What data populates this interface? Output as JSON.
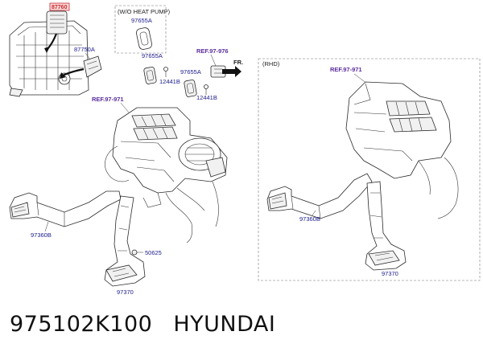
{
  "labels": {
    "part_87760": "87760",
    "part_87750A": "87750A",
    "heat_pump_note": "(W/O HEAT PUMP)",
    "part_97655A_top": "97655A",
    "part_97655A_left": "97655A",
    "part_97655A_right": "97655A",
    "part_12441B_left": "12441B",
    "part_12441B_right": "12441B",
    "ref_97976": "REF.97-976",
    "fr": "FR.",
    "ref_97971_left": "REF.97-971",
    "ref_97971_rhd": "REF.97-971",
    "rhd": "(RHD)",
    "part_97360B_left": "97360B",
    "part_97360B_rhd": "97360B",
    "part_50625": "50625",
    "part_97370_left": "97370",
    "part_97370_rhd": "97370"
  },
  "footer": {
    "part_number": "975102K100",
    "brand": "HYUNDAI"
  }
}
